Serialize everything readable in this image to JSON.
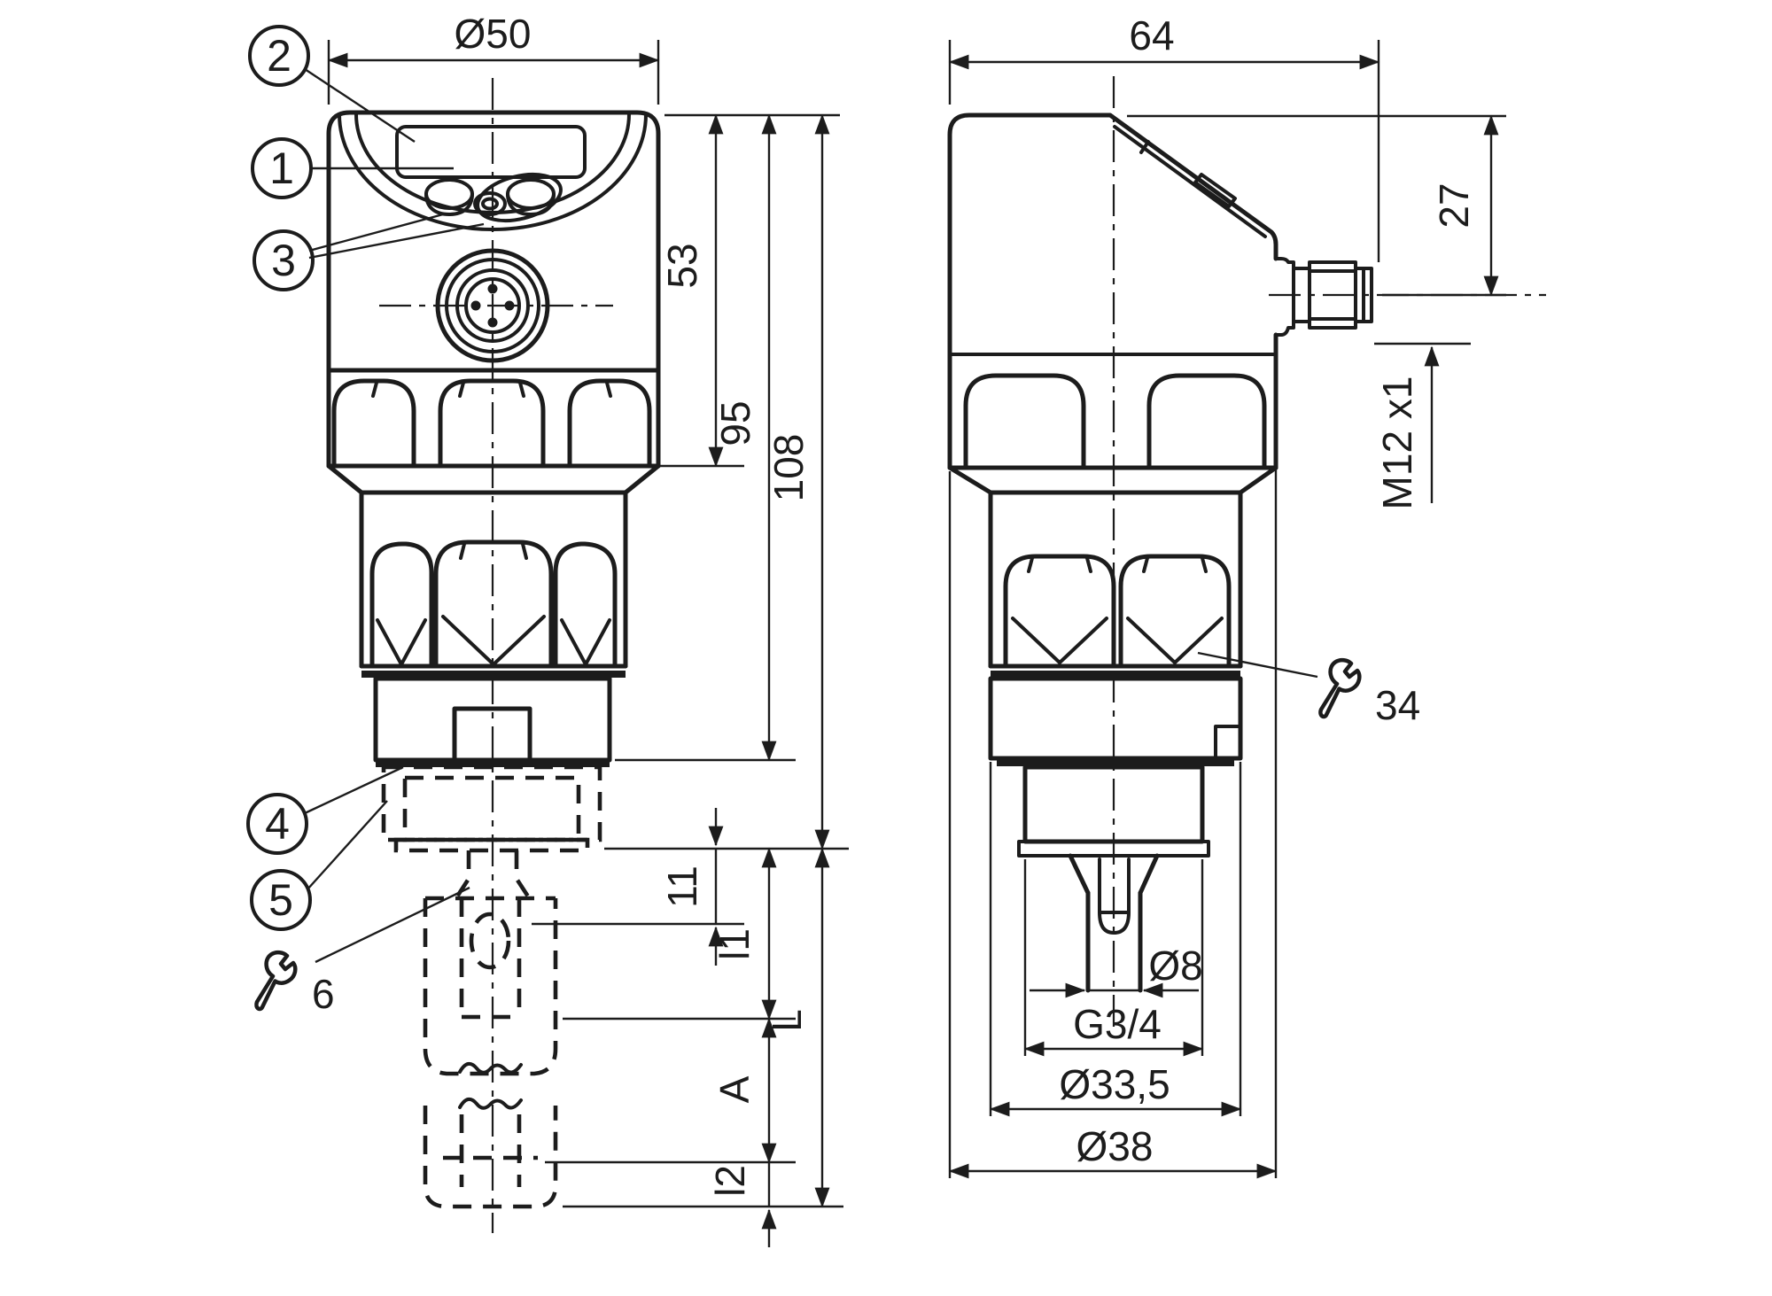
{
  "drawing": {
    "background": "#ffffff",
    "line_color": "#1c1c1c",
    "front_view": {
      "dims": {
        "head_diameter": "Ø50",
        "head_height": "53",
        "housing_height": "95",
        "height_to_seal": "108",
        "thread_length": "11",
        "upper_inactive": "l1",
        "probe_length": "L",
        "active_zone": "A",
        "lower_inactive": "l2"
      },
      "callouts": {
        "display_frame": "2",
        "display": "1",
        "buttons": "3",
        "seal": "4",
        "adapter": "5"
      },
      "wrench": "6"
    },
    "side_view": {
      "dims": {
        "depth": "64",
        "connector_height": "27",
        "connector_thread": "M12 x1",
        "rod_diameter": "Ø8",
        "process_thread": "G3/4",
        "collar_diameter": "Ø33,5",
        "housing_diameter": "Ø38"
      },
      "wrench": "34"
    }
  }
}
